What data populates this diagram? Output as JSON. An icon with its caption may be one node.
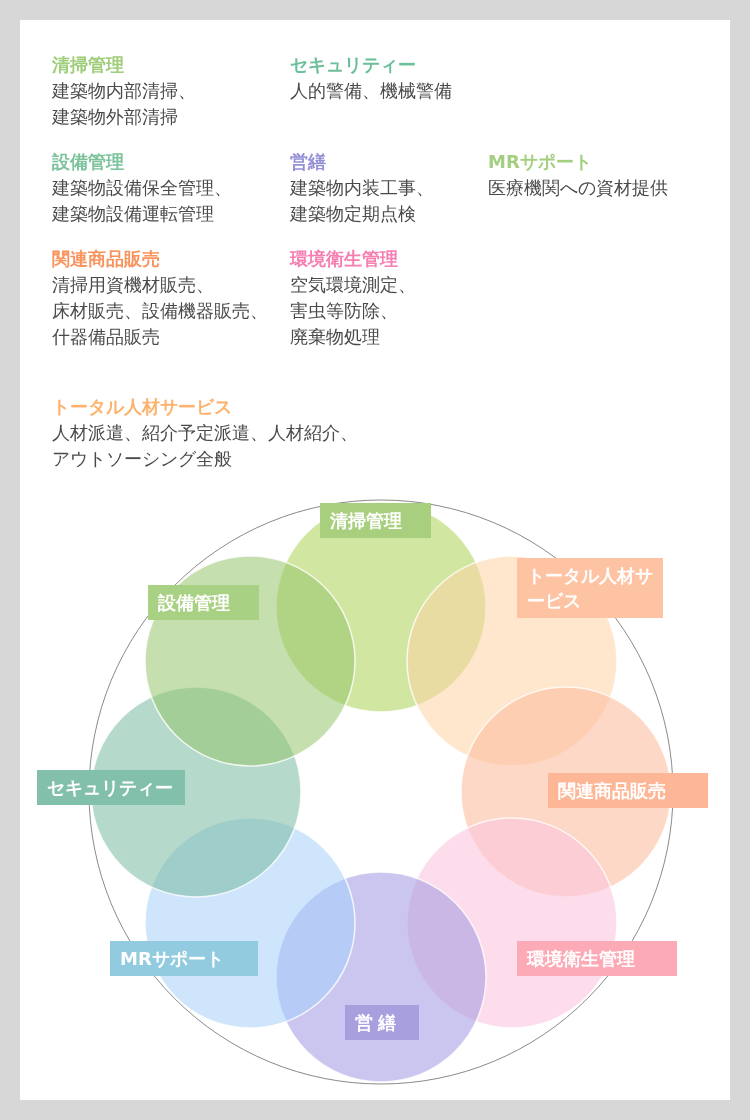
{
  "diagram": {
    "nodes": [
      {
        "text": [
          "清掃管理"
        ]
      },
      {
        "text": [
          "トータル人材サービス"
        ]
      },
      {
        "text": [
          "関連商品販売"
        ]
      },
      {
        "text": [
          "環境衛生管理"
        ]
      },
      {
        "text": [
          "営繕"
        ]
      },
      {
        "text": [
          "MRサポート"
        ]
      },
      {
        "text": [
          "セキュリティー"
        ]
      },
      {
        "text": [
          "設備管理"
        ]
      }
    ],
    "labels": [
      "清掃管理",
      "建築物内部清掃、建築物外部清掃",
      "セキュリティー",
      "人的警備、機械警備",
      "設備管理",
      "建築物設備保全管理、建築物設備運転管理",
      "営繕",
      "建築物内装工事、建築物定期点検",
      "MRサポート",
      "医療機関への資材提供",
      "関連商品販売",
      "清掃用資機材販売、床材販売、設備機器販売、什器備品販売",
      "環境衛生管理",
      "空気環境測定、害虫等防除、廃棄物処理",
      "トータル人材サービス",
      "人材派遣、紹介予定派遣、人材紹介、アウトソーシング全般"
    ]
  }
}
